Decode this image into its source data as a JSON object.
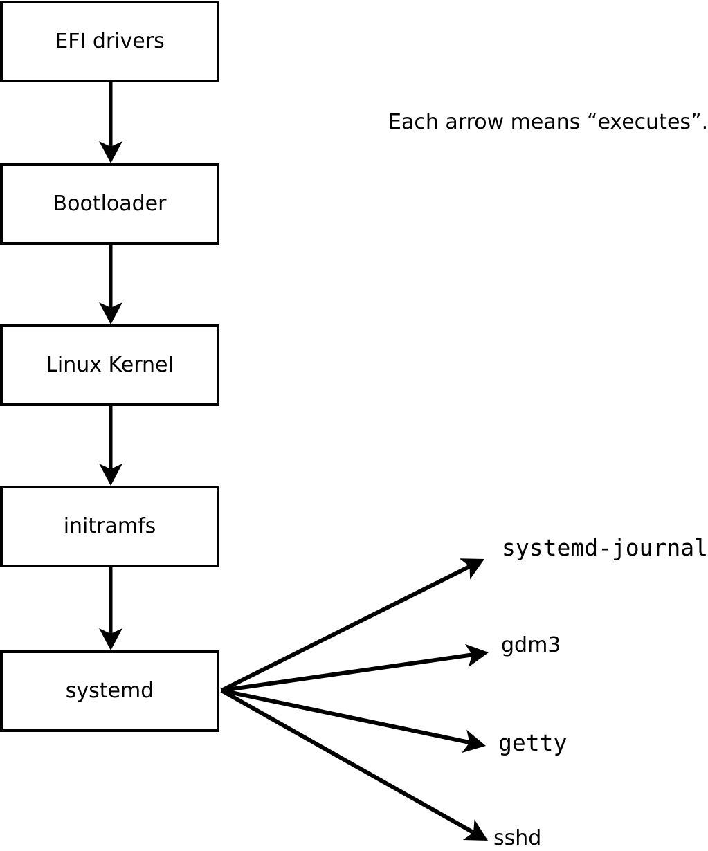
{
  "annotation": {
    "text": "Each arrow means “executes”."
  },
  "chain": {
    "nodes": [
      {
        "id": "efi-drivers",
        "label": "EFI drivers"
      },
      {
        "id": "bootloader",
        "label": "Bootloader"
      },
      {
        "id": "linux-kernel",
        "label": "Linux Kernel"
      },
      {
        "id": "initramfs",
        "label": "initramfs"
      },
      {
        "id": "systemd",
        "label": "systemd"
      }
    ]
  },
  "spawned": [
    {
      "id": "systemd-journal",
      "label": "systemd-journal"
    },
    {
      "id": "gdm3",
      "label": "gdm3"
    },
    {
      "id": "getty",
      "label": "getty"
    },
    {
      "id": "sshd",
      "label": "sshd"
    }
  ],
  "edges": [
    {
      "from": "EFI drivers",
      "to": "Bootloader",
      "meaning": "executes"
    },
    {
      "from": "Bootloader",
      "to": "Linux Kernel",
      "meaning": "executes"
    },
    {
      "from": "Linux Kernel",
      "to": "initramfs",
      "meaning": "executes"
    },
    {
      "from": "initramfs",
      "to": "systemd",
      "meaning": "executes"
    },
    {
      "from": "systemd",
      "to": "systemd-journal",
      "meaning": "executes"
    },
    {
      "from": "systemd",
      "to": "gdm3",
      "meaning": "executes"
    },
    {
      "from": "systemd",
      "to": "getty",
      "meaning": "executes"
    },
    {
      "from": "systemd",
      "to": "sshd",
      "meaning": "executes"
    }
  ],
  "colors": {
    "line": "#000000",
    "box_fill": "#ffffff",
    "text": "#000000",
    "background": "#ffffff"
  }
}
